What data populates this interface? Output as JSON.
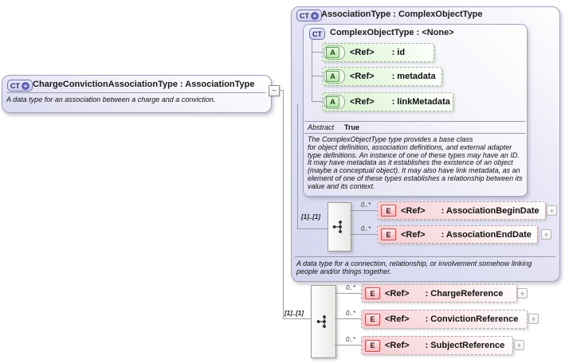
{
  "diagram": {
    "icons": {
      "plus": "+",
      "minus": "−",
      "expand": "+"
    },
    "colors": {
      "type_lavender": "#d5d5ee",
      "attribute_green": "#53a653",
      "element_red": "#c25050",
      "badge_indigo": "#5d5db2",
      "line_gray": "#9a9aa8"
    },
    "left_box": {
      "badge": "CT",
      "title": "ChargeConvictionAssociationType : AssociationType",
      "description": "A data type for an association between a charge and a conviction."
    },
    "association_box": {
      "badge": "CT",
      "title": "AssociationType : ComplexObjectType",
      "description": "A data type for a connection, relationship, or involvement somehow linking\npeople and/or things together.",
      "complex_object_box": {
        "badge": "CT",
        "title": "ComplexObjectType : <None>",
        "attributes": [
          {
            "badge": "A",
            "ref": "<Ref>",
            "name": ": id"
          },
          {
            "badge": "A",
            "ref": "<Ref>",
            "name": ": metadata"
          },
          {
            "badge": "A",
            "ref": "<Ref>",
            "name": ": linkMetadata"
          }
        ],
        "facets": [
          {
            "label": "Abstract",
            "value": "True"
          }
        ],
        "description": "The ComplexObjectType type provides a base class\nfor object definition, association definitions, and external adapter\ntype definitions. An instance of one of these types may have an ID.\nIt may have metadata as it establishes the existence of an object\n(maybe a conceptual object). It may also have link metadata, as an\nelement of one of these types establishes a relationship between its\nvalue and its context."
      },
      "sequence_group": {
        "cardinality": "[1]..[1]",
        "elements": [
          {
            "occurs": "0..*",
            "badge": "E",
            "ref": "<Ref>",
            "name": ": AssociationBeginDate"
          },
          {
            "occurs": "0..*",
            "badge": "E",
            "ref": "<Ref>",
            "name": ": AssociationEndDate"
          }
        ]
      }
    },
    "bottom_group": {
      "cardinality": "[1]..[1]",
      "elements": [
        {
          "occurs": "0..*",
          "badge": "E",
          "ref": "<Ref>",
          "name": ": ChargeReference"
        },
        {
          "occurs": "0..*",
          "badge": "E",
          "ref": "<Ref>",
          "name": ": ConvictionReference"
        },
        {
          "occurs": "0..*",
          "badge": "E",
          "ref": "<Ref>",
          "name": ": SubjectReference"
        }
      ]
    }
  }
}
